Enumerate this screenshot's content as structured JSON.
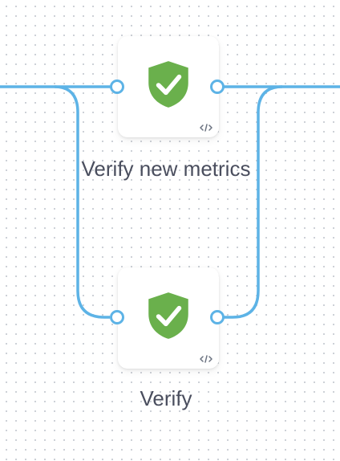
{
  "colors": {
    "edge": "#5db3e6",
    "shield": "#6ab04c",
    "label": "#4a4e5e",
    "code_icon": "#6b7280"
  },
  "nodes": [
    {
      "id": "verify-new-metrics",
      "label": "Verify new metrics",
      "icon": "shield-check-icon"
    },
    {
      "id": "verify",
      "label": "Verify",
      "icon": "shield-check-icon"
    }
  ]
}
